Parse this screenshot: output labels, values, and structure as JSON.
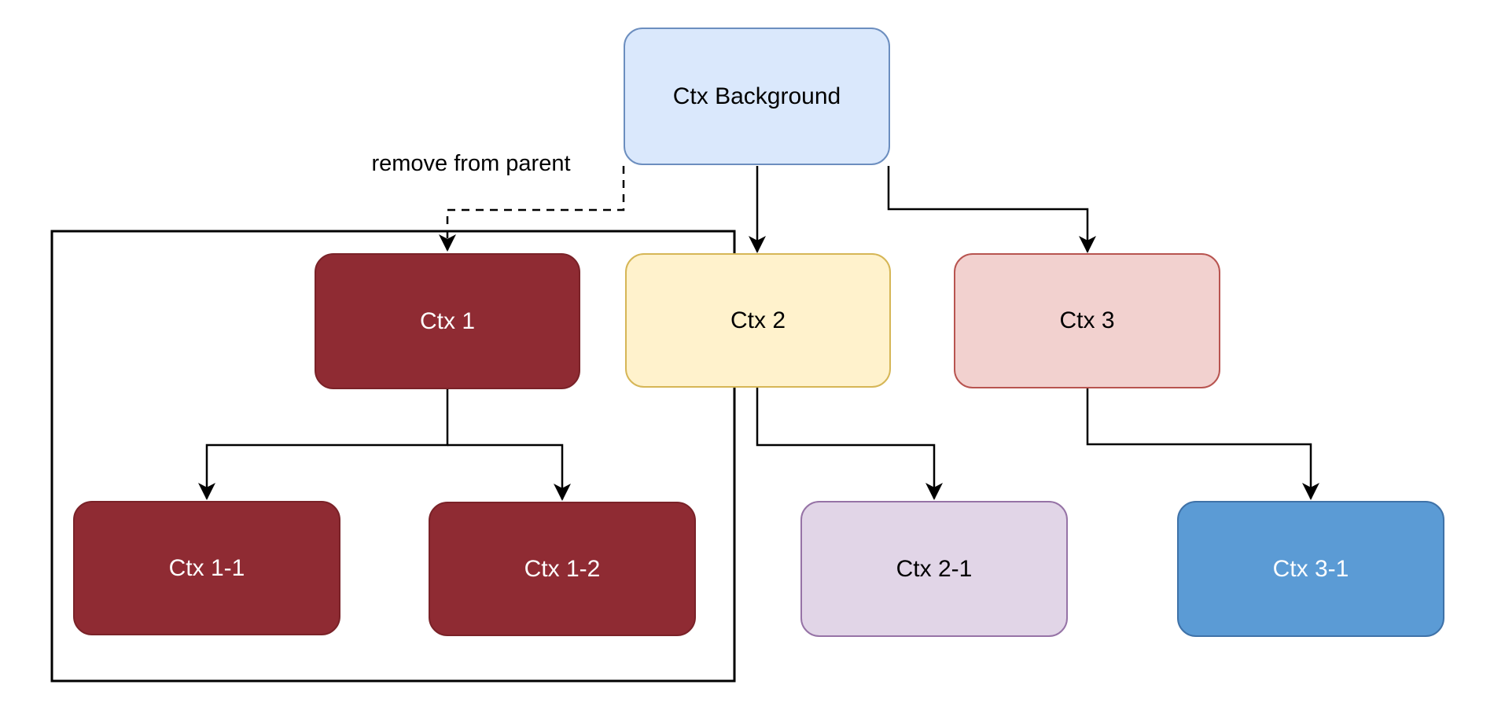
{
  "diagram": {
    "background_color": "#ffffff",
    "edge_color": "#000000",
    "edge_label": "remove from parent",
    "nodes": [
      {
        "id": "ctx-background",
        "label": "Ctx Background",
        "fill": "#DAE8FC",
        "stroke": "#6C8EBF",
        "text_color": "#000000"
      },
      {
        "id": "ctx-1",
        "label": "Ctx 1",
        "fill": "#8F2B33",
        "stroke": "#7A2228",
        "text_color": "#FFFFFF"
      },
      {
        "id": "ctx-2",
        "label": "Ctx 2",
        "fill": "#FFF2CC",
        "stroke": "#D6B656",
        "text_color": "#000000"
      },
      {
        "id": "ctx-3",
        "label": "Ctx 3",
        "fill": "#F2D1CF",
        "stroke": "#B85450",
        "text_color": "#000000"
      },
      {
        "id": "ctx-1-1",
        "label": "Ctx 1-1",
        "fill": "#8F2B33",
        "stroke": "#7A2228",
        "text_color": "#FFFFFF"
      },
      {
        "id": "ctx-1-2",
        "label": "Ctx 1-2",
        "fill": "#8F2B33",
        "stroke": "#7A2228",
        "text_color": "#FFFFFF"
      },
      {
        "id": "ctx-2-1",
        "label": "Ctx 2-1",
        "fill": "#E1D5E7",
        "stroke": "#9673A6",
        "text_color": "#000000"
      },
      {
        "id": "ctx-3-1",
        "label": "Ctx 3-1",
        "fill": "#5B9BD5",
        "stroke": "#3F72A8",
        "text_color": "#FFFFFF"
      }
    ],
    "edges": [
      {
        "from": "ctx-background",
        "to": "ctx-1",
        "style": "dashed",
        "label": "remove from parent"
      },
      {
        "from": "ctx-background",
        "to": "ctx-2",
        "style": "solid"
      },
      {
        "from": "ctx-background",
        "to": "ctx-3",
        "style": "solid"
      },
      {
        "from": "ctx-1",
        "to": "ctx-1-1",
        "style": "solid"
      },
      {
        "from": "ctx-1",
        "to": "ctx-1-2",
        "style": "solid"
      },
      {
        "from": "ctx-2",
        "to": "ctx-2-1",
        "style": "solid"
      },
      {
        "from": "ctx-3",
        "to": "ctx-3-1",
        "style": "solid"
      }
    ],
    "group_outline": {
      "contains": [
        "ctx-1",
        "ctx-1-1",
        "ctx-1-2"
      ],
      "stroke": "#000000"
    }
  }
}
